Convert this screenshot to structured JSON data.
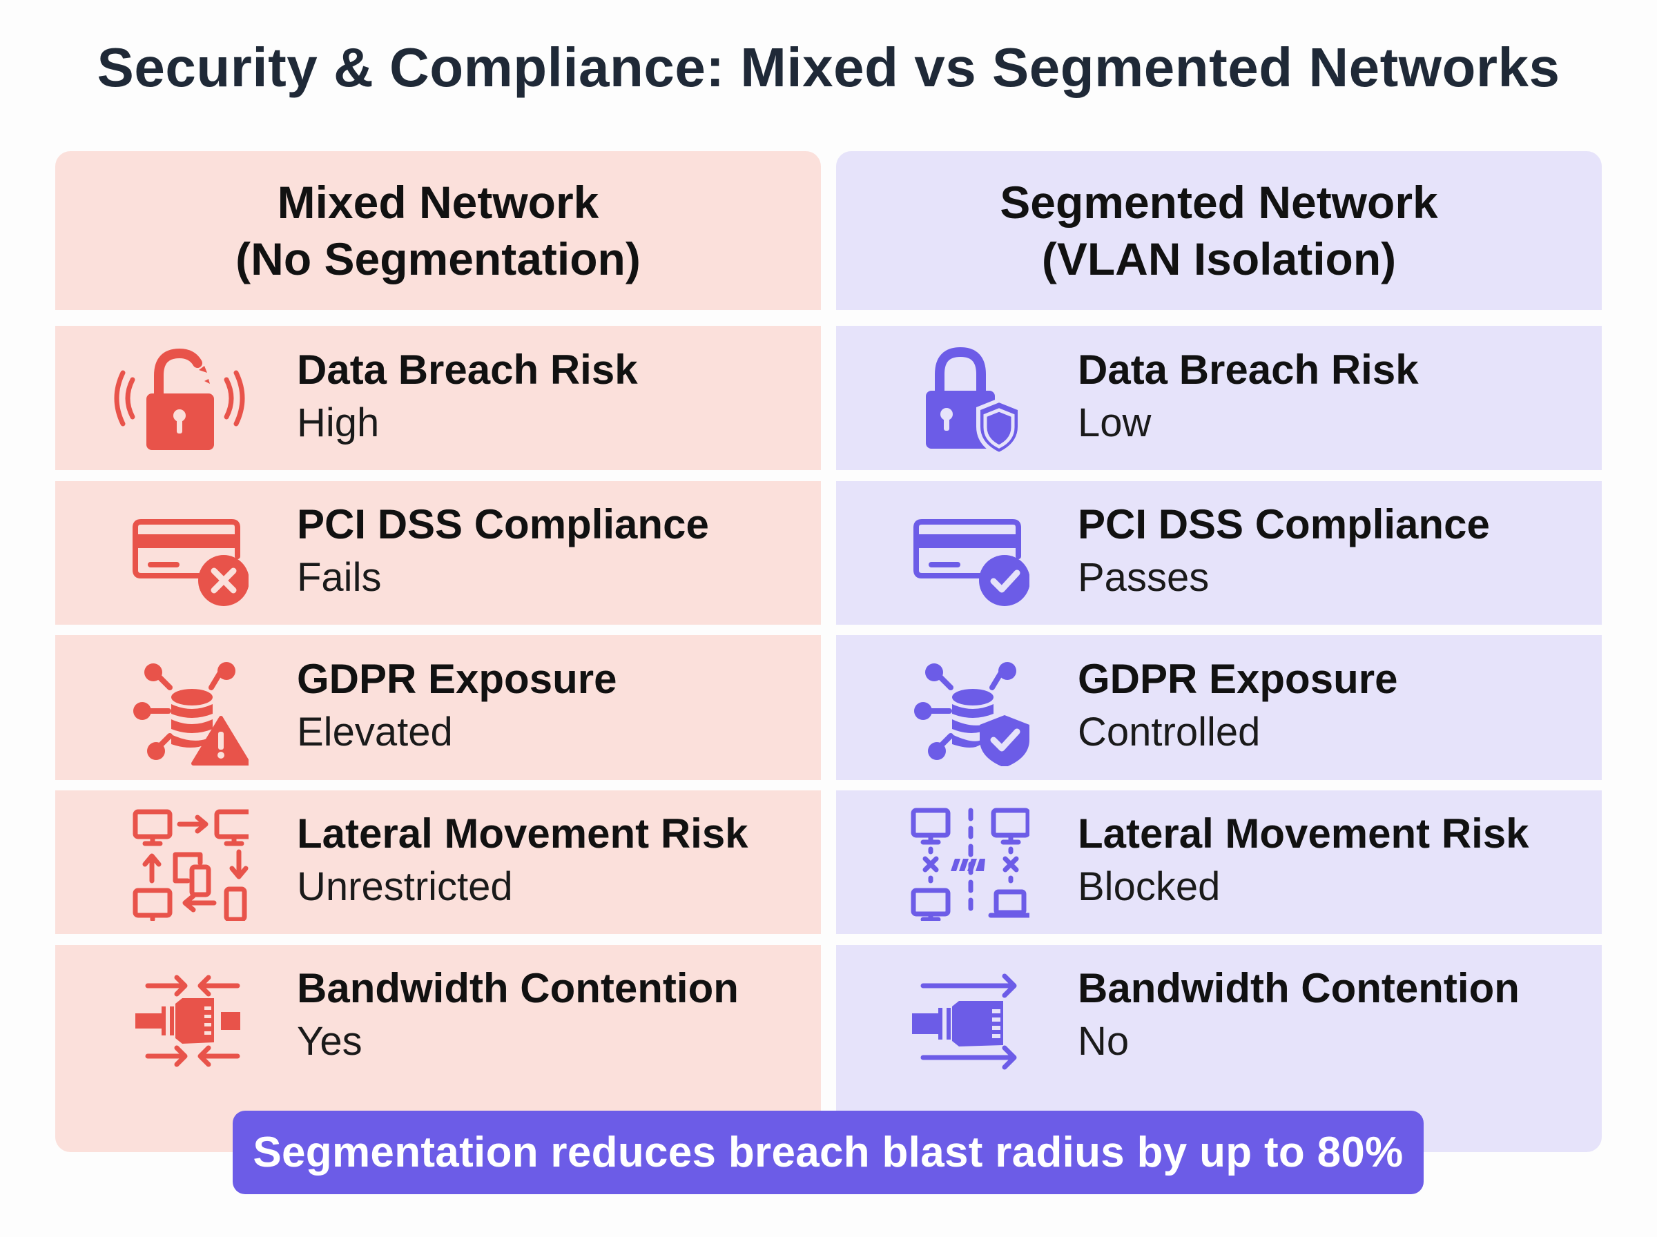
{
  "title": "Security & Compliance: Mixed vs Segmented Networks",
  "colors": {
    "mixed_accent": "#e8534a",
    "mixed_bg": "#fbe0db",
    "segmented_accent": "#6c5ce7",
    "segmented_bg": "#e6e3fa",
    "banner_bg": "#6c5ce7",
    "title_text": "#1f2937"
  },
  "columns": [
    {
      "header_line1": "Mixed Network",
      "header_line2": "(No Segmentation)",
      "rows": [
        {
          "label": "Data Breach Risk",
          "value": "High",
          "icon": "unlocked-padlock-alert-icon"
        },
        {
          "label": "PCI DSS Compliance",
          "value": "Fails",
          "icon": "credit-card-x-icon"
        },
        {
          "label": "GDPR Exposure",
          "value": "Elevated",
          "icon": "database-warning-icon"
        },
        {
          "label": "Lateral Movement Risk",
          "value": "Unrestricted",
          "icon": "devices-circular-arrows-icon"
        },
        {
          "label": "Bandwidth Contention",
          "value": "Yes",
          "icon": "ethernet-converging-arrows-icon"
        }
      ]
    },
    {
      "header_line1": "Segmented Network",
      "header_line2": "(VLAN Isolation)",
      "rows": [
        {
          "label": "Data Breach Risk",
          "value": "Low",
          "icon": "padlock-shield-icon"
        },
        {
          "label": "PCI DSS Compliance",
          "value": "Passes",
          "icon": "credit-card-check-icon"
        },
        {
          "label": "GDPR Exposure",
          "value": "Controlled",
          "icon": "database-shield-check-icon"
        },
        {
          "label": "Lateral Movement Risk",
          "value": "Blocked",
          "icon": "devices-isolated-barrier-icon"
        },
        {
          "label": "Bandwidth Contention",
          "value": "No",
          "icon": "ethernet-parallel-arrows-icon"
        }
      ]
    }
  ],
  "banner": "Segmentation reduces breach blast radius by up to 80%"
}
